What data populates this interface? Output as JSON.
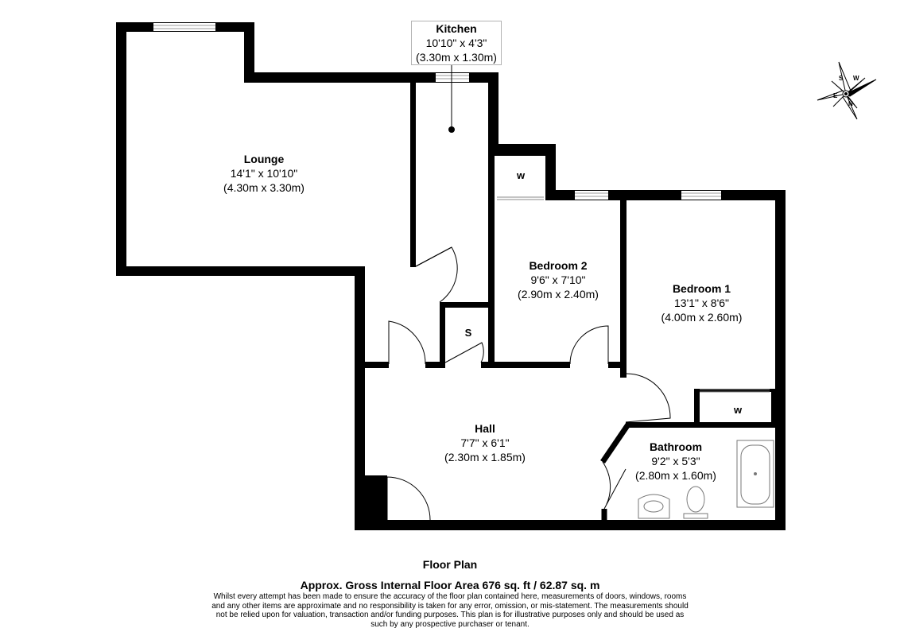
{
  "rooms": {
    "kitchen": {
      "name": "Kitchen",
      "imperial": "10'10\" x 4'3\"",
      "metric": "(3.30m x 1.30m)"
    },
    "lounge": {
      "name": "Lounge",
      "imperial": "14'1\" x 10'10\"",
      "metric": "(4.30m x 3.30m)"
    },
    "bedroom2": {
      "name": "Bedroom 2",
      "imperial": "9'6\" x 7'10\"",
      "metric": "(2.90m x 2.40m)"
    },
    "bedroom1": {
      "name": "Bedroom 1",
      "imperial": "13'1\" x 8'6\"",
      "metric": "(4.00m x 2.60m)"
    },
    "hall": {
      "name": "Hall",
      "imperial": "7'7\" x 6'1\"",
      "metric": "(2.30m x 1.85m)"
    },
    "bathroom": {
      "name": "Bathroom",
      "imperial": "9'2\" x 5'3\"",
      "metric": "(2.80m x 1.60m)"
    }
  },
  "storage": {
    "wardrobe_top": "w",
    "wardrobe_bottom": "w",
    "store": "S"
  },
  "compass": {
    "n": "N",
    "s": "S",
    "e": "E",
    "w": "W"
  },
  "footer": {
    "title": "Floor Plan",
    "area": "Approx. Gross Internal Floor Area 676 sq. ft / 62.87 sq. m",
    "disclaimer": "Whilst every attempt has been made to ensure the accuracy of the floor plan contained here, measurements of doors, windows, rooms and any other items are approximate and no responsibility is taken for any error, omission, or mis-statement. The measurements should not be relied upon for valuation, transaction and/or funding purposes. This plan is for illustrative purposes only and should be used as such by any prospective purchaser or tenant."
  }
}
